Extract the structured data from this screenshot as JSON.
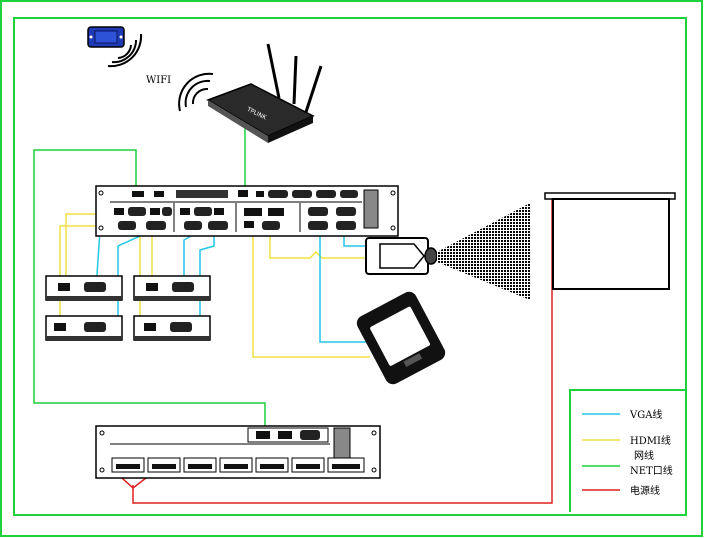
{
  "wifi_label": "WIFI",
  "router_brand": "TPLINK",
  "legend": {
    "items": [
      {
        "label": "VGA线",
        "color": "#22c7e6"
      },
      {
        "label": "HDMI线",
        "color": "#f0e040"
      },
      {
        "label": "网线",
        "color": "#1fd13c"
      },
      {
        "label": "NET口线",
        "color": "#1fd13c"
      },
      {
        "label": "电源线",
        "color": "#e02020"
      }
    ]
  },
  "colors": {
    "frame": "#1fd13c",
    "vga": "#22c7e6",
    "hdmi": "#f0e040",
    "net": "#1fd13c",
    "power": "#e02020"
  }
}
